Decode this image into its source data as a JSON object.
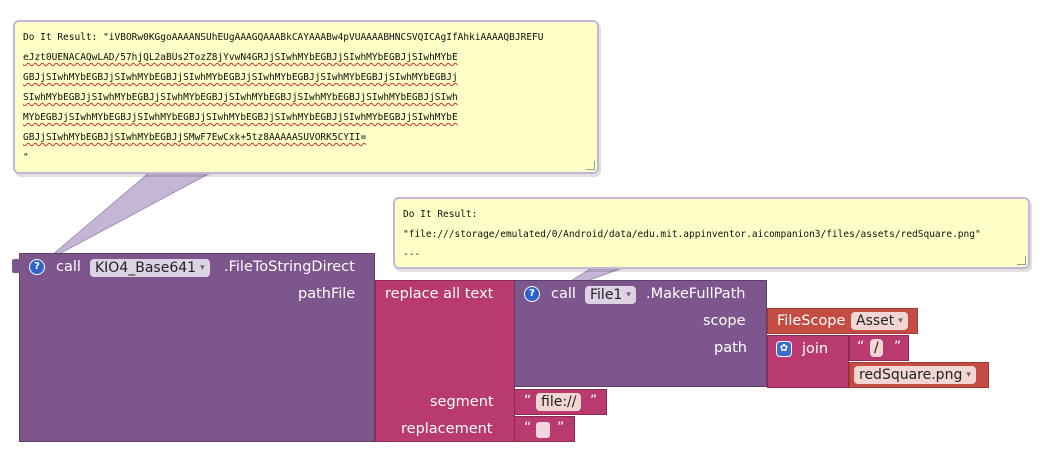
{
  "comment_top": {
    "lines": [
      "Do It Result: \"iVBORw0KGgoAAAANSUhEUgAAAGQAAABkCAYAAABw4pVUAAAABHNCSVQICAgIfAhkiAAAAQBJREFU",
      "eJzt0UENACAQwLAD/57hjQL2aBUs2TozZ8jYvwN4GRJjSIwhMYbEGBJjSIwhMYbEGBJjSIwhMYbE",
      "GBJjSIwhMYbEGBJjSIwhMYbEGBJjSIwhMYbEGBJjSIwhMYbEGBJjSIwhMYbEGBJjSIwhMYbEGBJj",
      "SIwhMYbEGBJjSIwhMYbEGBJjSIwhMYbEGBJjSIwhMYbEGBJjSIwhMYbEGBJjSIwhMYbEGBJjSIwh",
      "MYbEGBJjSIwhMYbEGBJjSIwhMYbEGBJjSIwhMYbEGBJjSIwhMYbEGBJjSIwhMYbEGBJjSIwhMYbE",
      "GBJjSIwhMYbEGBJjSIwhMYbEGBJjSMwF7EwCxk+5tz8AAAAASUVORK5CYII=",
      "\""
    ]
  },
  "comment_right": {
    "lines": [
      "Do It Result:",
      "\"file:///storage/emulated/0/Android/data/edu.mit.appinventor.aicompanion3/files/assets/redSquare.png\"",
      "---"
    ]
  },
  "blocks": {
    "call_label": "call",
    "base64_component": "KIO4_Base641",
    "base64_method": ".FileToStringDirect",
    "pathfile_label": "pathFile",
    "replace_label": "replace all text",
    "file_component": "File1",
    "file_method": ".MakeFullPath",
    "scope_label": "scope",
    "filescope_label": "FileScope",
    "filescope_value": "Asset",
    "path_label": "path",
    "join_label": "join",
    "slash_text": "/",
    "filename_value": "redSquare.png",
    "segment_label": "segment",
    "segment_value": "file://",
    "replacement_label": "replacement",
    "help_glyph": "?",
    "dropdown_arrow": "▾",
    "open_quote": "“",
    "close_quote": "”"
  },
  "colors": {
    "procedure_purple": "#7c568c",
    "text_magenta": "#b83a6e",
    "helper_red": "#c44c43",
    "comment_yellow": "#feffc6",
    "help_blue": "#2f63c9"
  },
  "icons": {
    "help": "help-icon",
    "mutator": "gear-icon",
    "dropdown": "chevron-down-icon"
  }
}
